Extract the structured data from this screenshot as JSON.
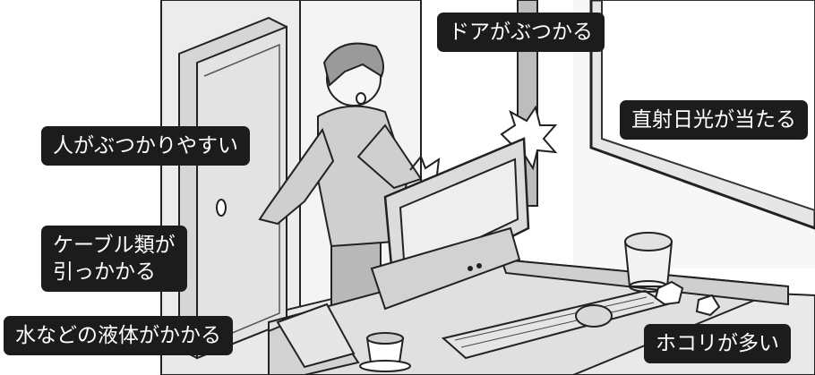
{
  "labels": {
    "door": "ドアがぶつかる",
    "sunlight": "直射日光が当たる",
    "person": "人がぶつかりやすい",
    "cable_line1": "ケーブル類が",
    "cable_line2": "引っかかる",
    "liquid": "水などの液体がかかる",
    "dust": "ホコリが多い"
  }
}
